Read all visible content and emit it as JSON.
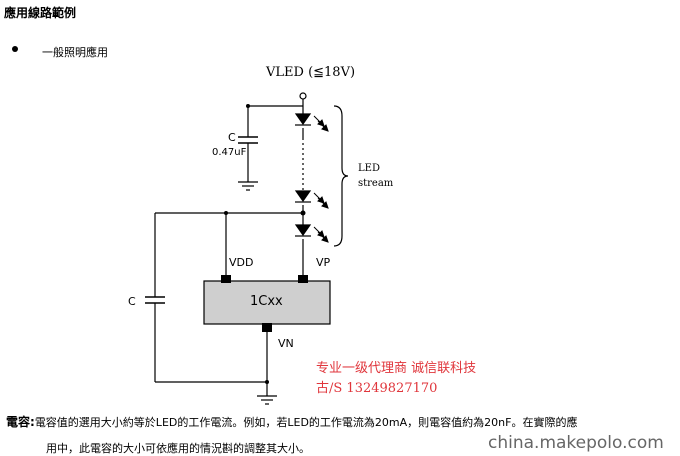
{
  "heading": "應用線路範例",
  "bullet": "一般照明應用",
  "circuit": {
    "vled": "VLED (≦18V)",
    "cap1_name": "C",
    "cap1_value": "0.47uF",
    "led_label_line1": "LED",
    "led_label_line2": "stream",
    "cap2_name": "C",
    "vdd": "VDD",
    "vp": "VP",
    "vn": "VN",
    "chip": "1Cxx"
  },
  "watermark": {
    "line1": "专业一级代理商 诚信联科技",
    "line2": "古/S 13249827170"
  },
  "note": {
    "head": "電容:",
    "line1": "電容值的選用大小約等於LED的工作電流。例如，若LED的工作電流為20mA，則電容值約為20nF。在實際的應",
    "line2": "用中，此電容的大小可依應用的情況斟的調整其大小。"
  },
  "site": "china.makepolo.com"
}
